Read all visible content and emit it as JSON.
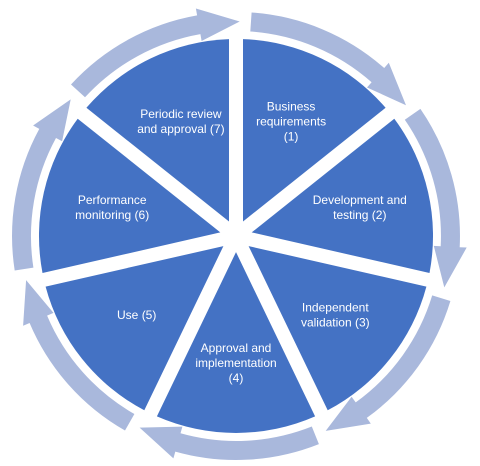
{
  "colors": {
    "segment_fill": "#4472C4",
    "ring_fill": "#A9B8DC",
    "background": "#FFFFFF",
    "label_text": "#FFFFFF"
  },
  "stages": [
    {
      "lines": [
        "Business",
        "requirements",
        "(1)"
      ]
    },
    {
      "lines": [
        "Development and",
        "testing (2)"
      ]
    },
    {
      "lines": [
        "Independent",
        "validation (3)"
      ]
    },
    {
      "lines": [
        "Approval and",
        "implementation",
        "(4)"
      ]
    },
    {
      "lines": [
        "Use (5)"
      ]
    },
    {
      "lines": [
        "Performance",
        "monitoring (6)"
      ]
    },
    {
      "lines": [
        "Periodic review",
        "and approval (7)"
      ]
    }
  ]
}
